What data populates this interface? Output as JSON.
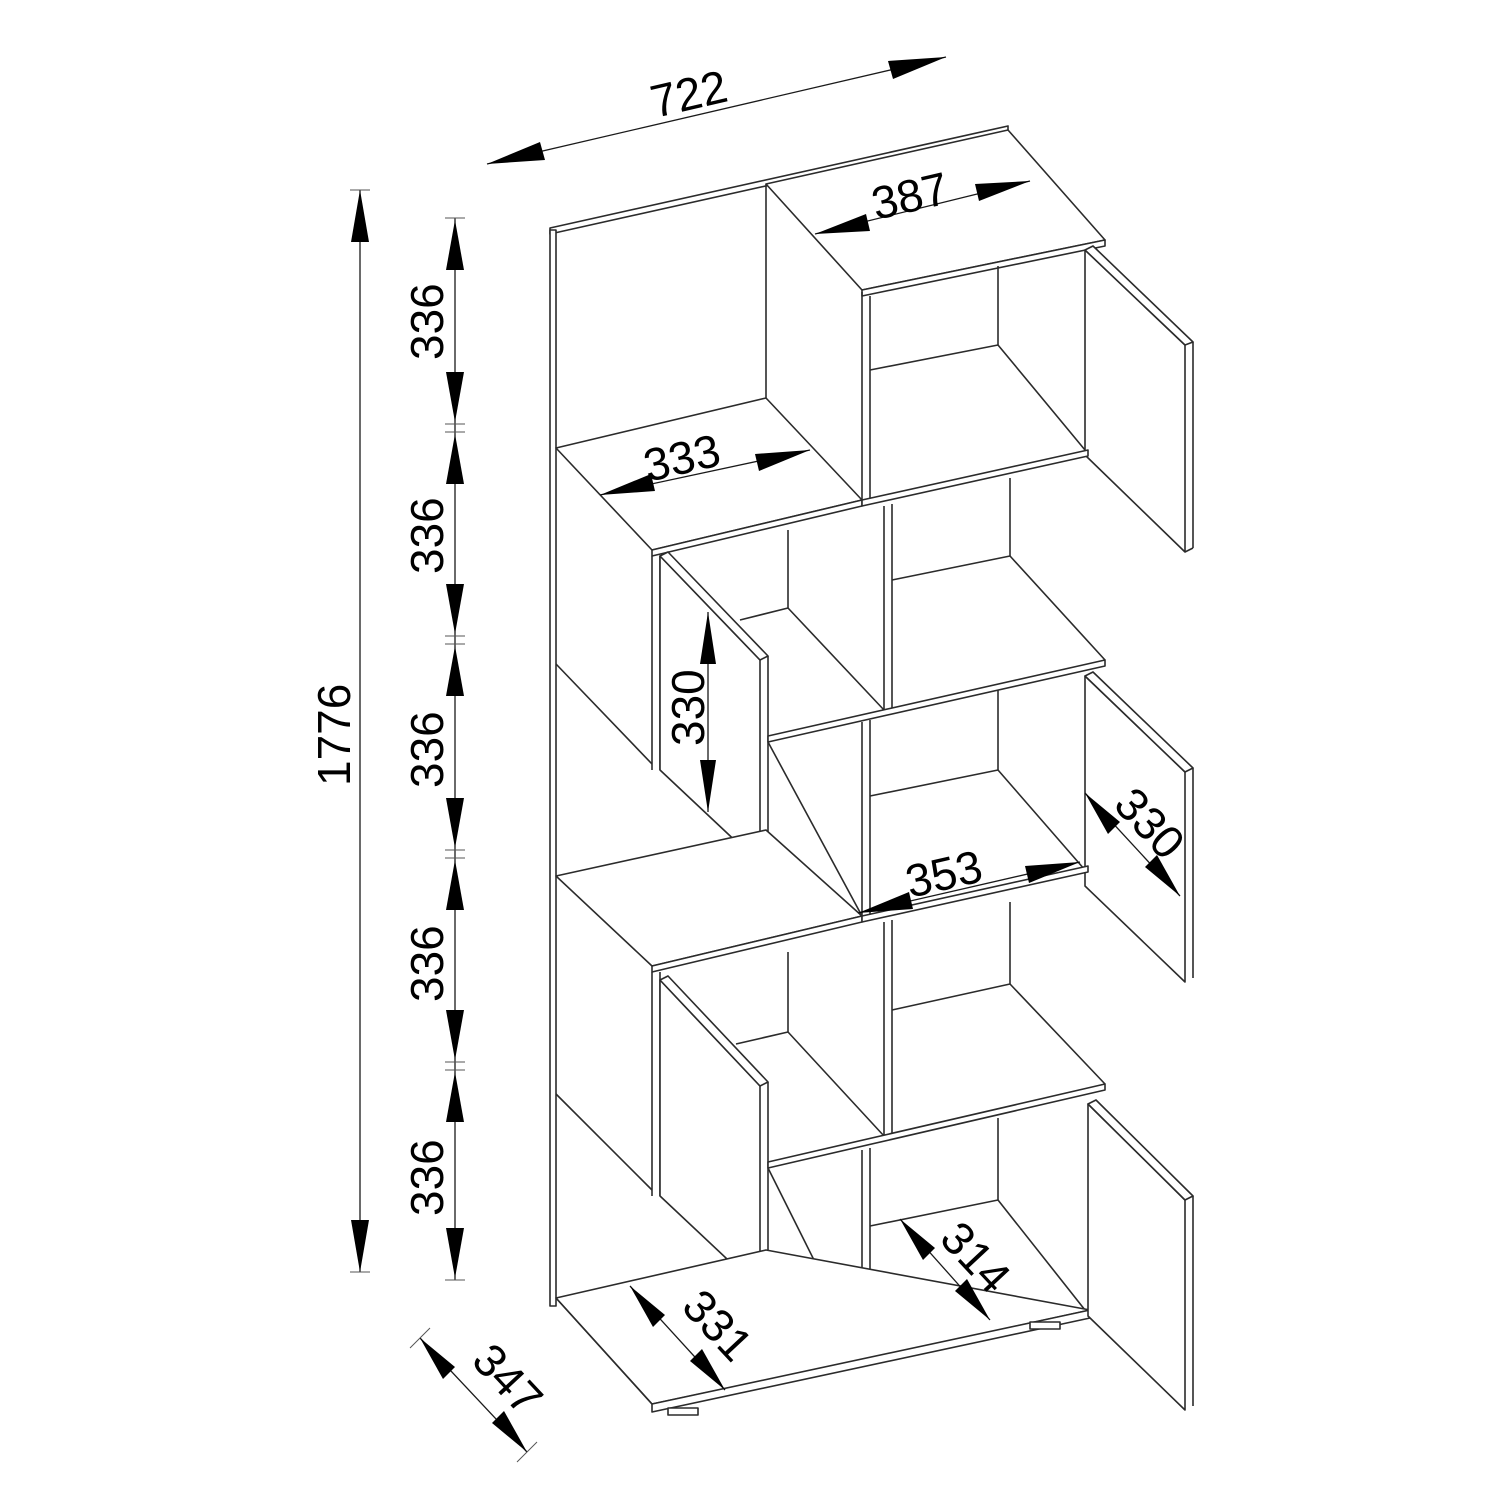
{
  "dimensions": {
    "overall_width": "722",
    "overall_height": "1776",
    "depth": "347",
    "row_heights": [
      "336",
      "336",
      "336",
      "336",
      "336"
    ],
    "top_right_width": "387",
    "top_left_width": "333",
    "mid_left_door": "330",
    "mid_right_door": "330",
    "mid_right_width": "353",
    "bottom_right_depth": "314",
    "bottom_left_depth": "331"
  }
}
